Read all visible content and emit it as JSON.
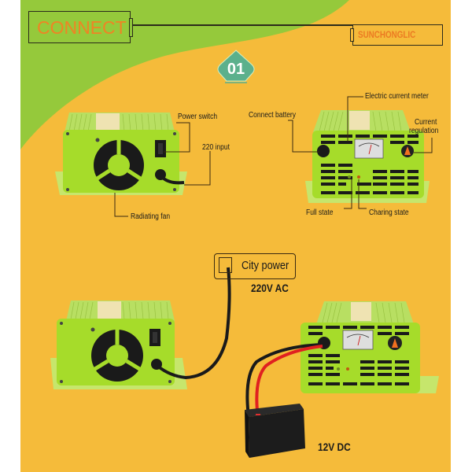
{
  "header": {
    "title": "CONNECT",
    "brand": "SUNCHONGLIC",
    "step_badge": "01"
  },
  "colors": {
    "background_orange": "#f5bb3a",
    "background_green": "#95c93b",
    "title_orange": "#f08324",
    "badge_teal": "#5bb08c",
    "device_green": "#a6dc2a"
  },
  "left_device_labels": {
    "power_switch": "Power switch",
    "input": "220 input",
    "fan": "Radiating fan"
  },
  "right_device_labels": {
    "connect_battery": "Connect battery",
    "meter": "Electric current meter",
    "current_regulation_line1": "Current",
    "current_regulation_line2": "regulation",
    "full_state": "Full state",
    "charging_state": "Charing state"
  },
  "wiring": {
    "city_power": "City power",
    "ac_voltage": "220V AC",
    "dc_voltage": "12V DC"
  }
}
